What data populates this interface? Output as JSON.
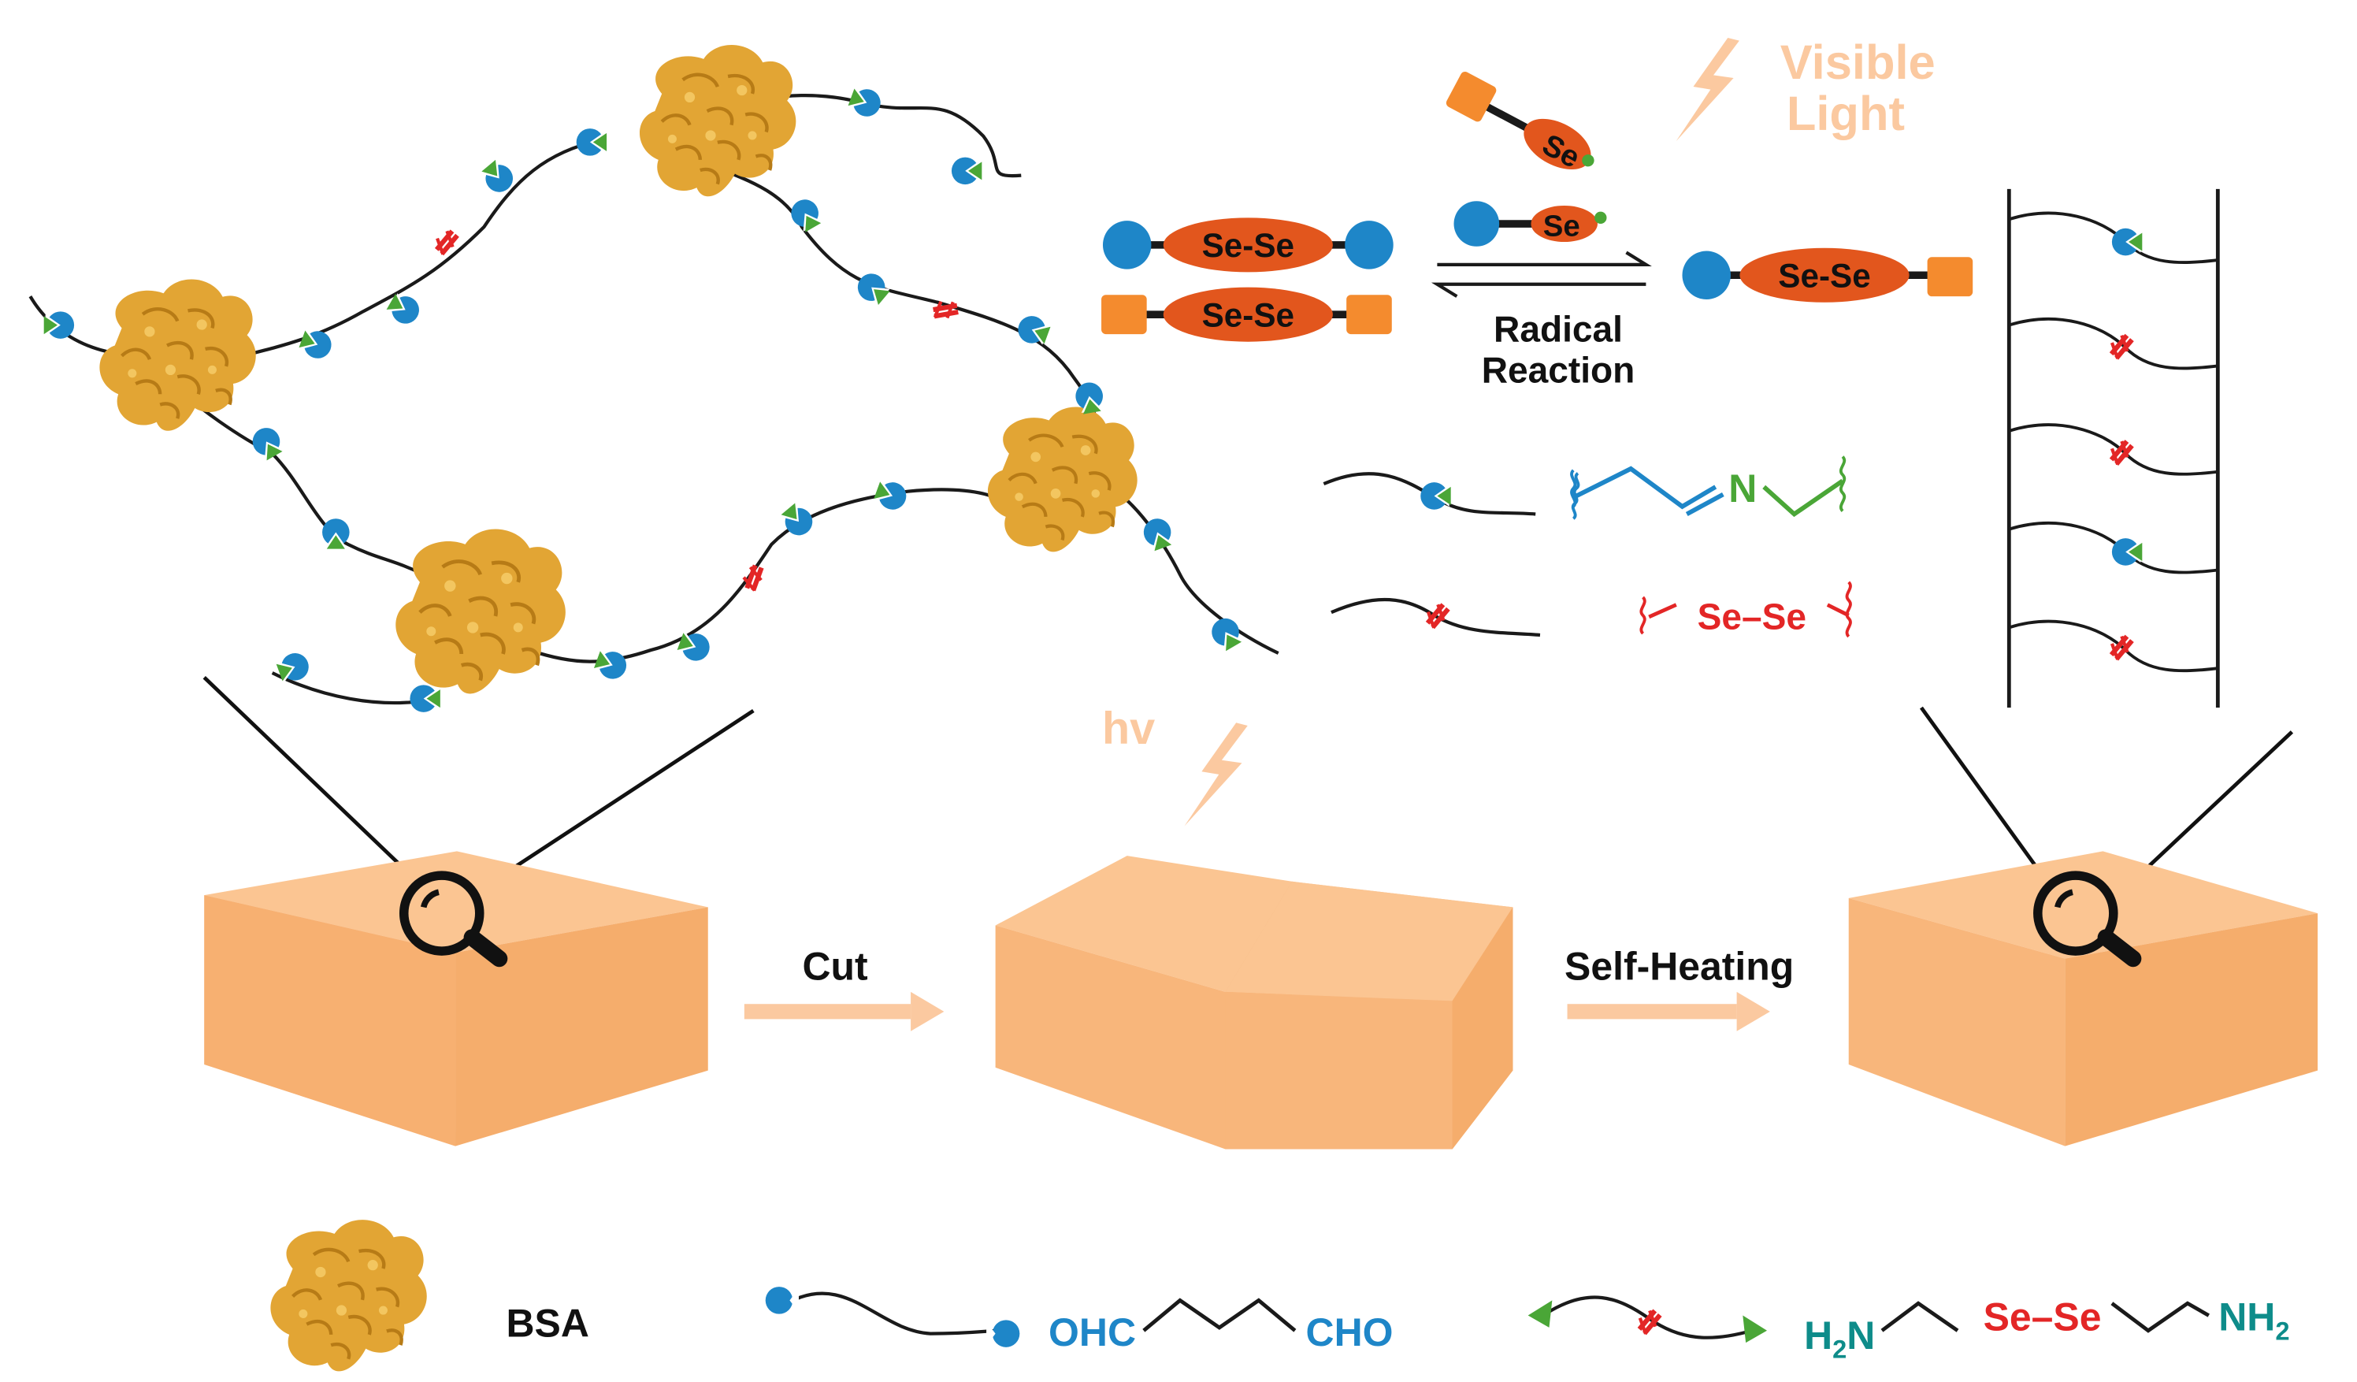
{
  "colors": {
    "block_face": "#f8b67b",
    "block_top": "#fbc592",
    "block_side": "#f0a15f",
    "bsa": "#e2a534",
    "bsa_dark": "#b77b16",
    "aldehyde_blue": "#1e86c8",
    "amine_green": "#4aa637",
    "diselenide_red": "#e32626",
    "diselenide_orange": "#e2561d",
    "square_orange": "#f48b2e",
    "light_arrow": "#fbc9a0",
    "chain": "#1a1a1a",
    "label_teal": "#0e8c8a"
  },
  "icons": [
    "bsa-protein-icon",
    "magnifier-icon",
    "lightning-icon",
    "aldehyde-end-icon",
    "amine-end-icon",
    "diselenide-bond-icon"
  ],
  "top_right": {
    "visible_light": [
      "Visible",
      "Light"
    ],
    "se_top": "Se",
    "se_bottom": "Se",
    "se_se_left_top": "Se-Se",
    "se_se_left_bottom": "Se-Se",
    "se_se_right": "Se-Se",
    "radical_reaction": [
      "Radical",
      "Reaction"
    ]
  },
  "legend_bonds": {
    "imine_n": "N",
    "diselenide_bond": "Se–Se"
  },
  "process": {
    "hv": "hv",
    "cut": "Cut",
    "self_heating": "Self-Heating"
  },
  "legend_bottom": {
    "bsa": "BSA",
    "ohc": "OHC",
    "cho": "CHO",
    "h2n_h": "H",
    "h2n_sub": "2",
    "h2n_n": "N",
    "se_se": "Se–Se",
    "nh2_nh": "NH",
    "nh2_sub": "2"
  }
}
